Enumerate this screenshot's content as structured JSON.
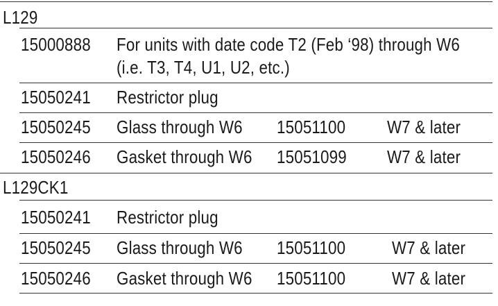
{
  "sections": [
    {
      "code": "L129",
      "first_row": {
        "part": "15000888",
        "line1": "For units with date code T2 (Feb ‘98) through W6",
        "line2": "(i.e. T3, T4, U1, U2, etc.)"
      },
      "rows": [
        {
          "part": "15050241",
          "desc": "Restrictor plug"
        },
        {
          "part": "15050245",
          "desc": "Glass through W6",
          "alt_part": "15051100",
          "alt_desc": "W7 & later"
        },
        {
          "part": "15050246",
          "desc": "Gasket through W6",
          "alt_part": "15051099",
          "alt_desc": "W7 & later"
        }
      ]
    },
    {
      "code": "L129CK1",
      "rows": [
        {
          "part": "15050241",
          "desc": "Restrictor plug"
        },
        {
          "part": "15050245",
          "desc": "Glass through W6",
          "alt_part": "15051100",
          "alt_desc": "W7 & later"
        },
        {
          "part": "15050246",
          "desc": "Gasket through W6",
          "alt_part": "15051100",
          "alt_desc": "W7 & later"
        }
      ]
    }
  ]
}
